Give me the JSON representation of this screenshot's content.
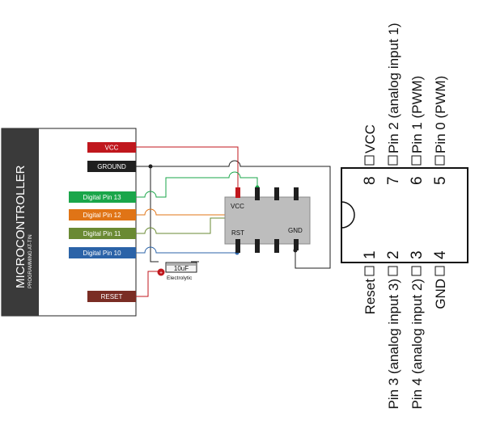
{
  "microcontroller": {
    "title": "MICROCONTROLLER",
    "subtitle": "PROGRAMMING AT-TIN",
    "pins": [
      {
        "label": "VCC",
        "color": "#c0171d"
      },
      {
        "label": "GROUND",
        "color": "#1f1f1f"
      },
      {
        "label": "Digital Pin 13",
        "color": "#1aa64a"
      },
      {
        "label": "Digital Pin 12",
        "color": "#e07416"
      },
      {
        "label": "Digital Pin 11",
        "color": "#6a8a33"
      },
      {
        "label": "Digital Pin 10",
        "color": "#2b63a8"
      },
      {
        "label": "RESET",
        "color": "#7a2d24"
      }
    ]
  },
  "attiny_small": {
    "vcc": "VCC",
    "rst": "RST",
    "gnd": "GND"
  },
  "capacitor": {
    "value": "10uF",
    "type": "Electrolytic",
    "polarity": "+"
  },
  "ic_pinout": {
    "top": [
      {
        "num": "8",
        "label": "VCC"
      },
      {
        "num": "7",
        "label": "Pin 2 (analog input 1)"
      },
      {
        "num": "6",
        "label": "Pin 1 (PWM)"
      },
      {
        "num": "5",
        "label": "Pin 0 (PWM)"
      }
    ],
    "bottom": [
      {
        "num": "1",
        "label": "Reset"
      },
      {
        "num": "2",
        "label": "Pin 3 (analog input 3)"
      },
      {
        "num": "3",
        "label": "Pin 4 (analog input 2)"
      },
      {
        "num": "4",
        "label": "GND"
      }
    ]
  },
  "colors": {
    "vcc": "#c0171d",
    "ground": "#1f1f1f",
    "pin13": "#1aa64a",
    "pin12": "#e07416",
    "pin11": "#6a8a33",
    "pin10": "#2b63a8",
    "reset": "#7a2d24",
    "mcu_dark": "#3a3a3a",
    "chip_body": "#bdbdbd"
  }
}
